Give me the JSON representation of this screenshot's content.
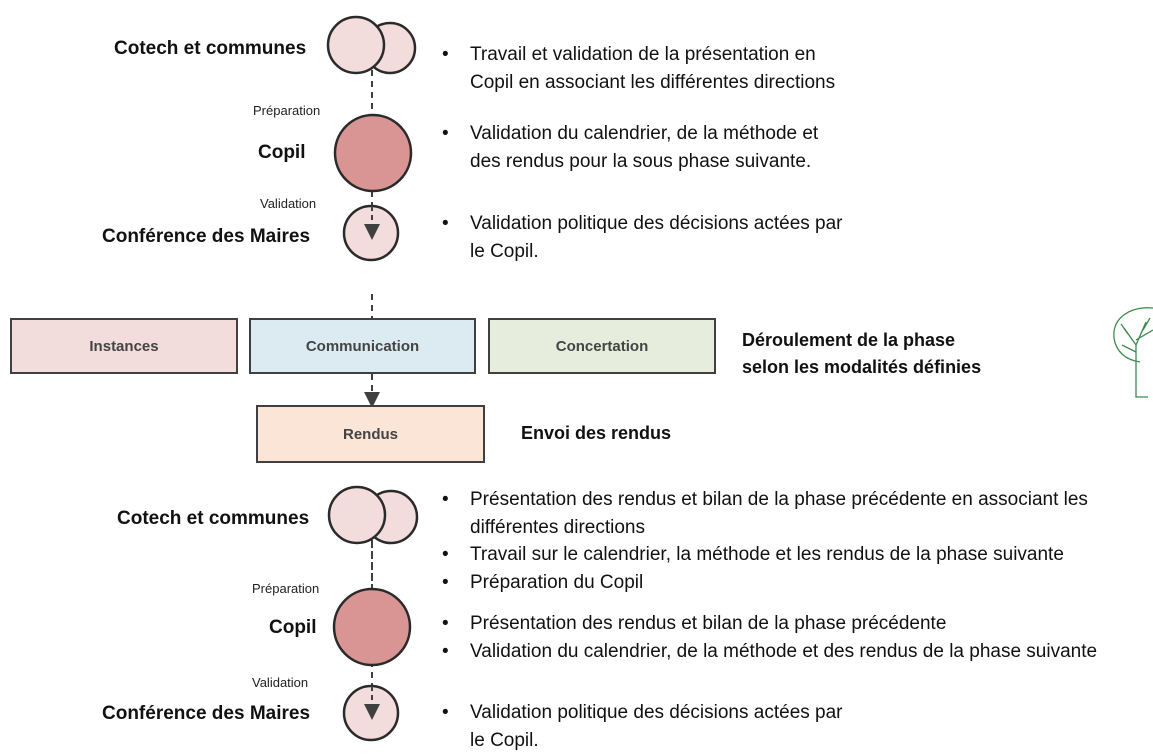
{
  "colors": {
    "small_circle": "#f2dcdc",
    "copil_circle": "#d99494",
    "instances_box": "#f2dcdc",
    "communication_box": "#dcebf2",
    "concertation_box": "#e6eddc",
    "rendus_box": "#fbe5d6",
    "stroke": "#404040"
  },
  "top_section": {
    "cotech_label": "Cotech et communes",
    "preparation_label": "Préparation",
    "copil_label": "Copil",
    "validation_label": "Validation",
    "conference_label": "Conférence des Maires",
    "cotech_bullets": [
      "Travail et validation de la présentation en",
      "Copil en associant les différentes directions"
    ],
    "copil_bullets": [
      "Validation du calendrier, de la méthode et",
      "des rendus pour la sous phase suivante."
    ],
    "conference_bullets": [
      "Validation politique des décisions actées par",
      "le Copil."
    ]
  },
  "middle_section": {
    "instances_label": "Instances",
    "communication_label": "Communication",
    "concertation_label": "Concertation",
    "deroulement_line1": "Déroulement de la phase",
    "deroulement_line2": "selon les modalités définies",
    "rendus_label": "Rendus",
    "envoi_label": "Envoi des rendus"
  },
  "bottom_section": {
    "cotech_label": "Cotech et communes",
    "preparation_label": "Préparation",
    "copil_label": "Copil",
    "validation_label": "Validation",
    "conference_label": "Conférence des Maires",
    "cotech_bullets": [
      "Présentation des rendus et bilan de la phase précédente en associant les",
      "différentes directions",
      "Travail sur le calendrier, la méthode et les rendus de la phase suivante",
      "Préparation du Copil"
    ],
    "copil_bullets": [
      "Présentation des rendus et bilan de la phase précédente",
      "Validation du calendrier, de la méthode et des rendus de la phase suivante"
    ],
    "conference_bullets": [
      "Validation politique des décisions actées par",
      "le Copil."
    ]
  },
  "logo": {
    "icon": "tree-logo-icon"
  }
}
